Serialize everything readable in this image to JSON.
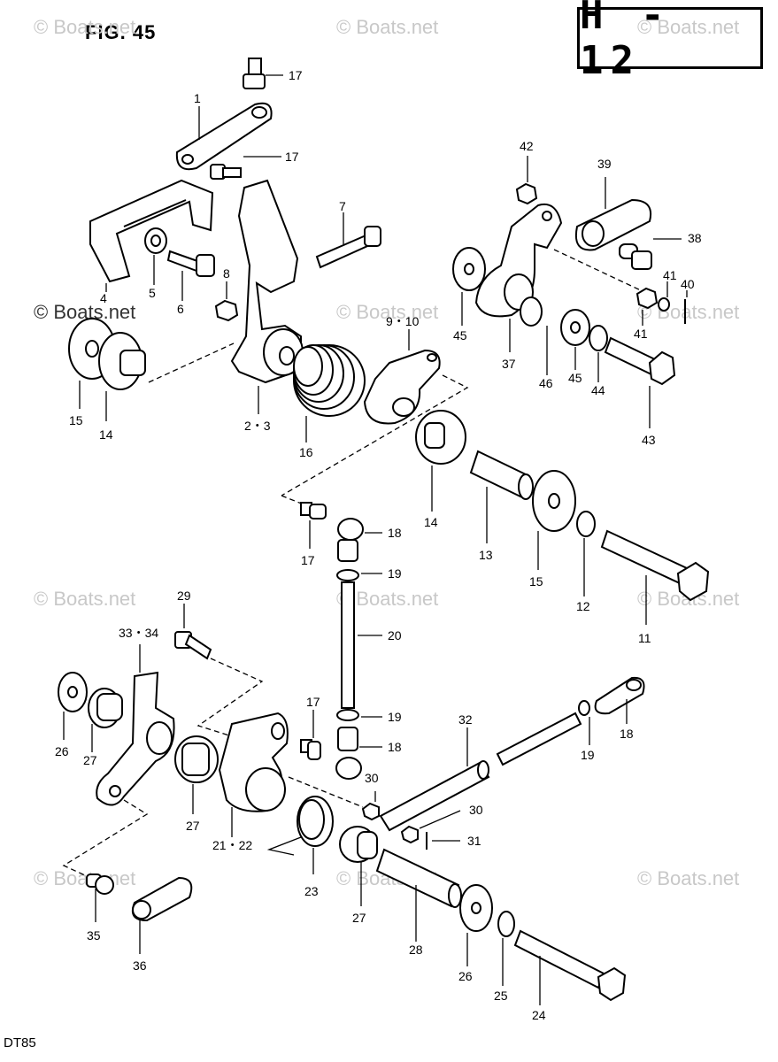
{
  "figure_label": "FIG. 45",
  "page_code": "H - 12",
  "model_code": "DT85",
  "watermark": "© Boats.net",
  "callouts": {
    "c1": "1",
    "c2_3": "2・3",
    "c4": "4",
    "c5": "5",
    "c6": "6",
    "c7": "7",
    "c8": "8",
    "c9_10": "9・10",
    "c11": "11",
    "c12": "12",
    "c13": "13",
    "c14a": "14",
    "c14b": "14",
    "c15a": "15",
    "c15b": "15",
    "c16": "16",
    "c17a": "17",
    "c17b": "17",
    "c17c": "17",
    "c17d": "17",
    "c18a": "18",
    "c18b": "18",
    "c18c": "18",
    "c19a": "19",
    "c19b": "19",
    "c19c": "19",
    "c20": "20",
    "c21_22": "21・22",
    "c23": "23",
    "c24": "24",
    "c25": "25",
    "c26a": "26",
    "c26b": "26",
    "c27a": "27",
    "c27b": "27",
    "c27c": "27",
    "c28": "28",
    "c29": "29",
    "c30a": "30",
    "c30b": "30",
    "c31": "31",
    "c32": "32",
    "c33_34": "33・34",
    "c35": "35",
    "c36": "36",
    "c37": "37",
    "c38": "38",
    "c39": "39",
    "c40": "40",
    "c41a": "41",
    "c41b": "41",
    "c42": "42",
    "c43": "43",
    "c44": "44",
    "c45a": "45",
    "c45b": "45",
    "c46": "46"
  },
  "colors": {
    "line": "#000000",
    "watermark": "#c8c8c8",
    "background": "#ffffff"
  }
}
